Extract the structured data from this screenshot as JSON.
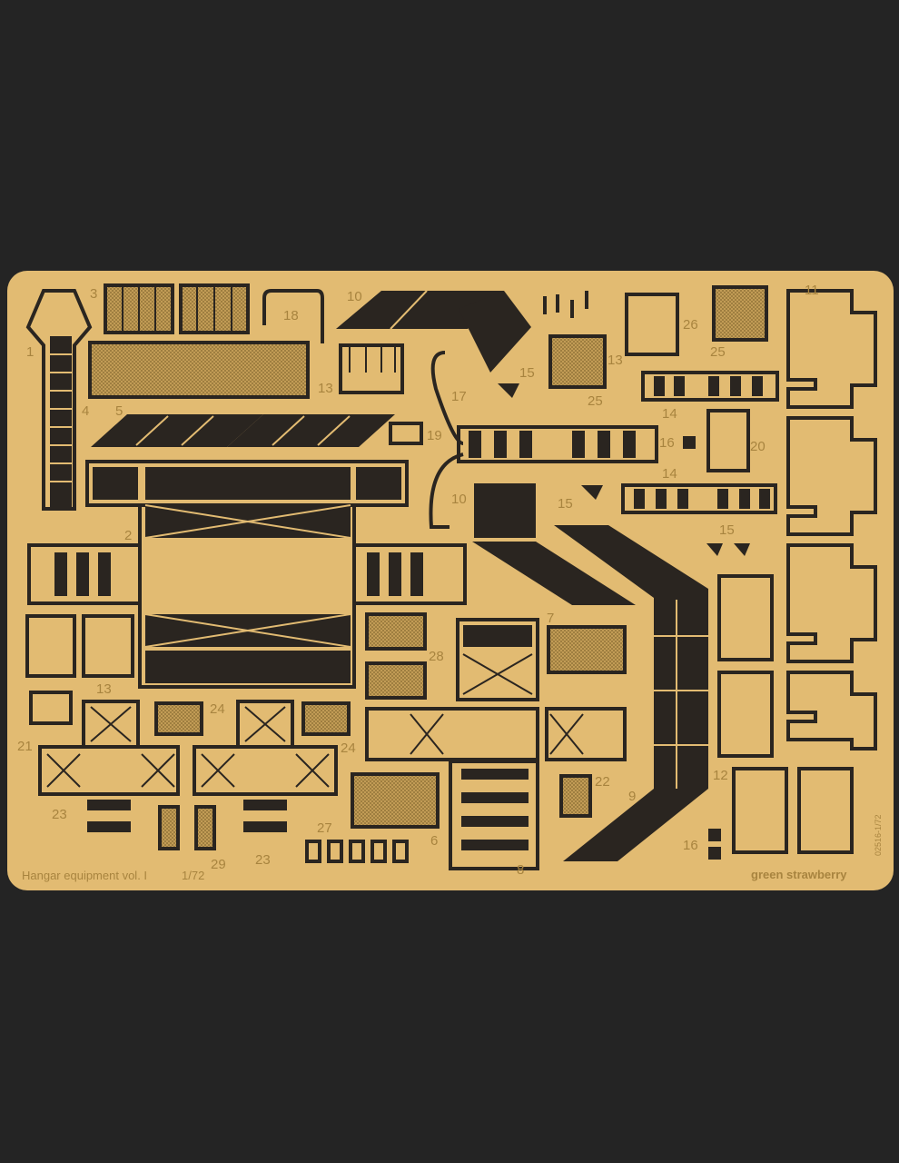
{
  "fret": {
    "title": "Hangar equipment vol. I",
    "scale": "1/72",
    "code": "02516-1/72",
    "brand": "green strawberry",
    "colors": {
      "background": "#242424",
      "brass": "#e2bb72",
      "etch": "#2a2520",
      "label": "#a8843f"
    }
  },
  "part_labels": [
    "3",
    "18",
    "10",
    "1",
    "13",
    "4",
    "5",
    "19",
    "17",
    "15",
    "13",
    "25",
    "26",
    "25",
    "11",
    "14",
    "16",
    "20",
    "14",
    "10",
    "15",
    "15",
    "2",
    "7",
    "28",
    "13",
    "24",
    "21",
    "24",
    "12",
    "22",
    "9",
    "23",
    "23",
    "27",
    "6",
    "29",
    "8",
    "16"
  ]
}
